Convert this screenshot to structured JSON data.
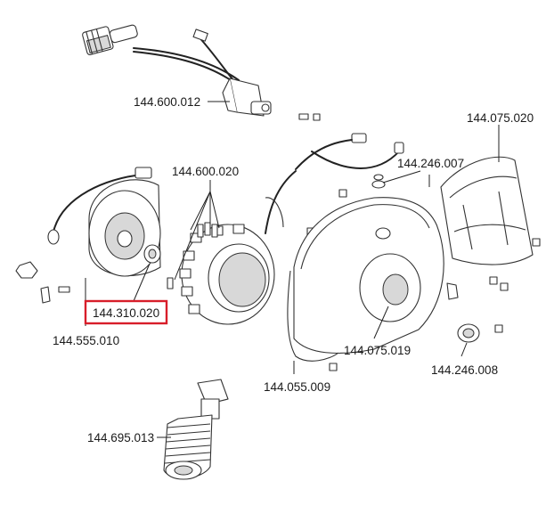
{
  "highlighted_part": "144.310.020",
  "highlight_color": "#d81e2a",
  "labels": {
    "ignition_coil": "144.600.012",
    "cover_right": "144.075.020",
    "screw_cover": "144.246.007",
    "stator": "144.600.020",
    "nut": "144.310.020",
    "flywheel": "144.555.010",
    "crankcase_cover": "144.075.019",
    "plug": "144.246.008",
    "gasket": "144.055.009",
    "fitting": "144.695.013"
  }
}
